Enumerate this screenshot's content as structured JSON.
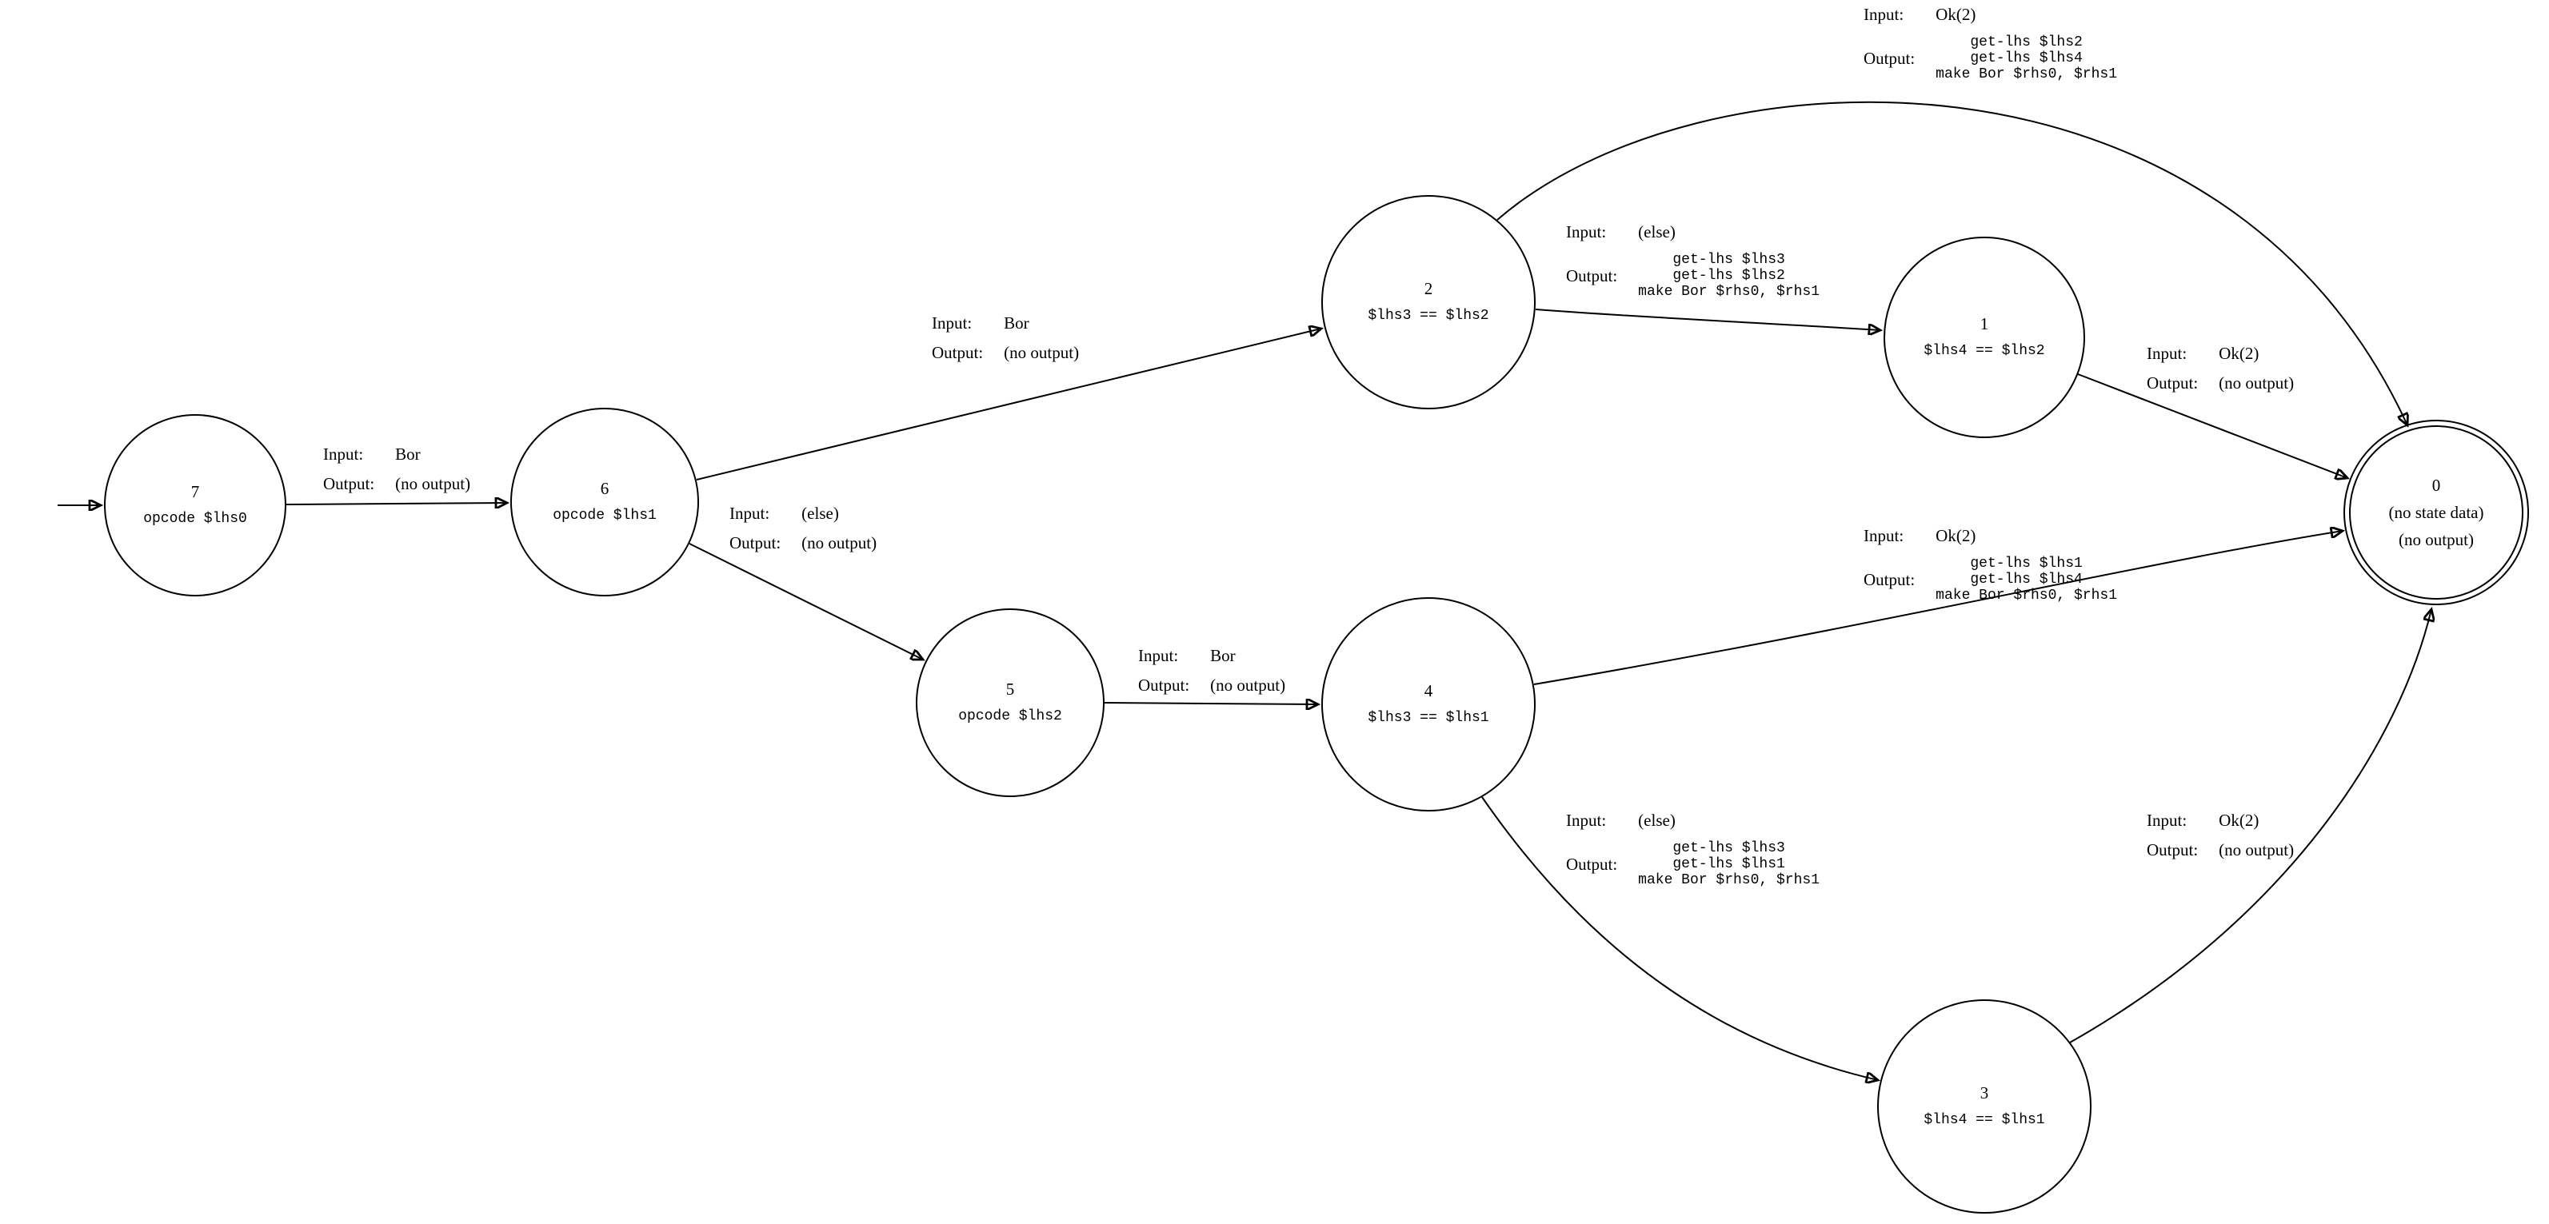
{
  "diagram": {
    "keys": {
      "input": "Input:",
      "output": "Output:"
    },
    "nodes": {
      "n7": {
        "id": "7",
        "label": "opcode $lhs0"
      },
      "n6": {
        "id": "6",
        "label": "opcode $lhs1"
      },
      "n5": {
        "id": "5",
        "label": "opcode $lhs2"
      },
      "n2": {
        "id": "2",
        "label": "$lhs3 == $lhs2"
      },
      "n4": {
        "id": "4",
        "label": "$lhs3 == $lhs1"
      },
      "n1": {
        "id": "1",
        "label": "$lhs4 == $lhs2"
      },
      "n3": {
        "id": "3",
        "label": "$lhs4 == $lhs1"
      },
      "n0": {
        "id": "0",
        "label1": "(no state data)",
        "label2": "(no output)"
      }
    },
    "edges": {
      "e7_6": {
        "input": "Bor",
        "output": "(no output)"
      },
      "e6_2": {
        "input": "Bor",
        "output": "(no output)"
      },
      "e6_5": {
        "input": "(else)",
        "output": "(no output)"
      },
      "e5_4": {
        "input": "Bor",
        "output": "(no output)"
      },
      "e2_0": {
        "input": "Ok(2)",
        "output": "get-lhs $lhs2\nget-lhs $lhs4\nmake Bor $rhs0, $rhs1"
      },
      "e2_1": {
        "input": "(else)",
        "output": "get-lhs $lhs3\nget-lhs $lhs2\nmake Bor $rhs0, $rhs1"
      },
      "e1_0": {
        "input": "Ok(2)",
        "output": "(no output)"
      },
      "e4_0": {
        "input": "Ok(2)",
        "output": "get-lhs $lhs1\nget-lhs $lhs4\nmake Bor $rhs0, $rhs1"
      },
      "e4_3": {
        "input": "(else)",
        "output": "get-lhs $lhs3\nget-lhs $lhs1\nmake Bor $rhs0, $rhs1"
      },
      "e3_0": {
        "input": "Ok(2)",
        "output": "(no output)"
      }
    }
  }
}
